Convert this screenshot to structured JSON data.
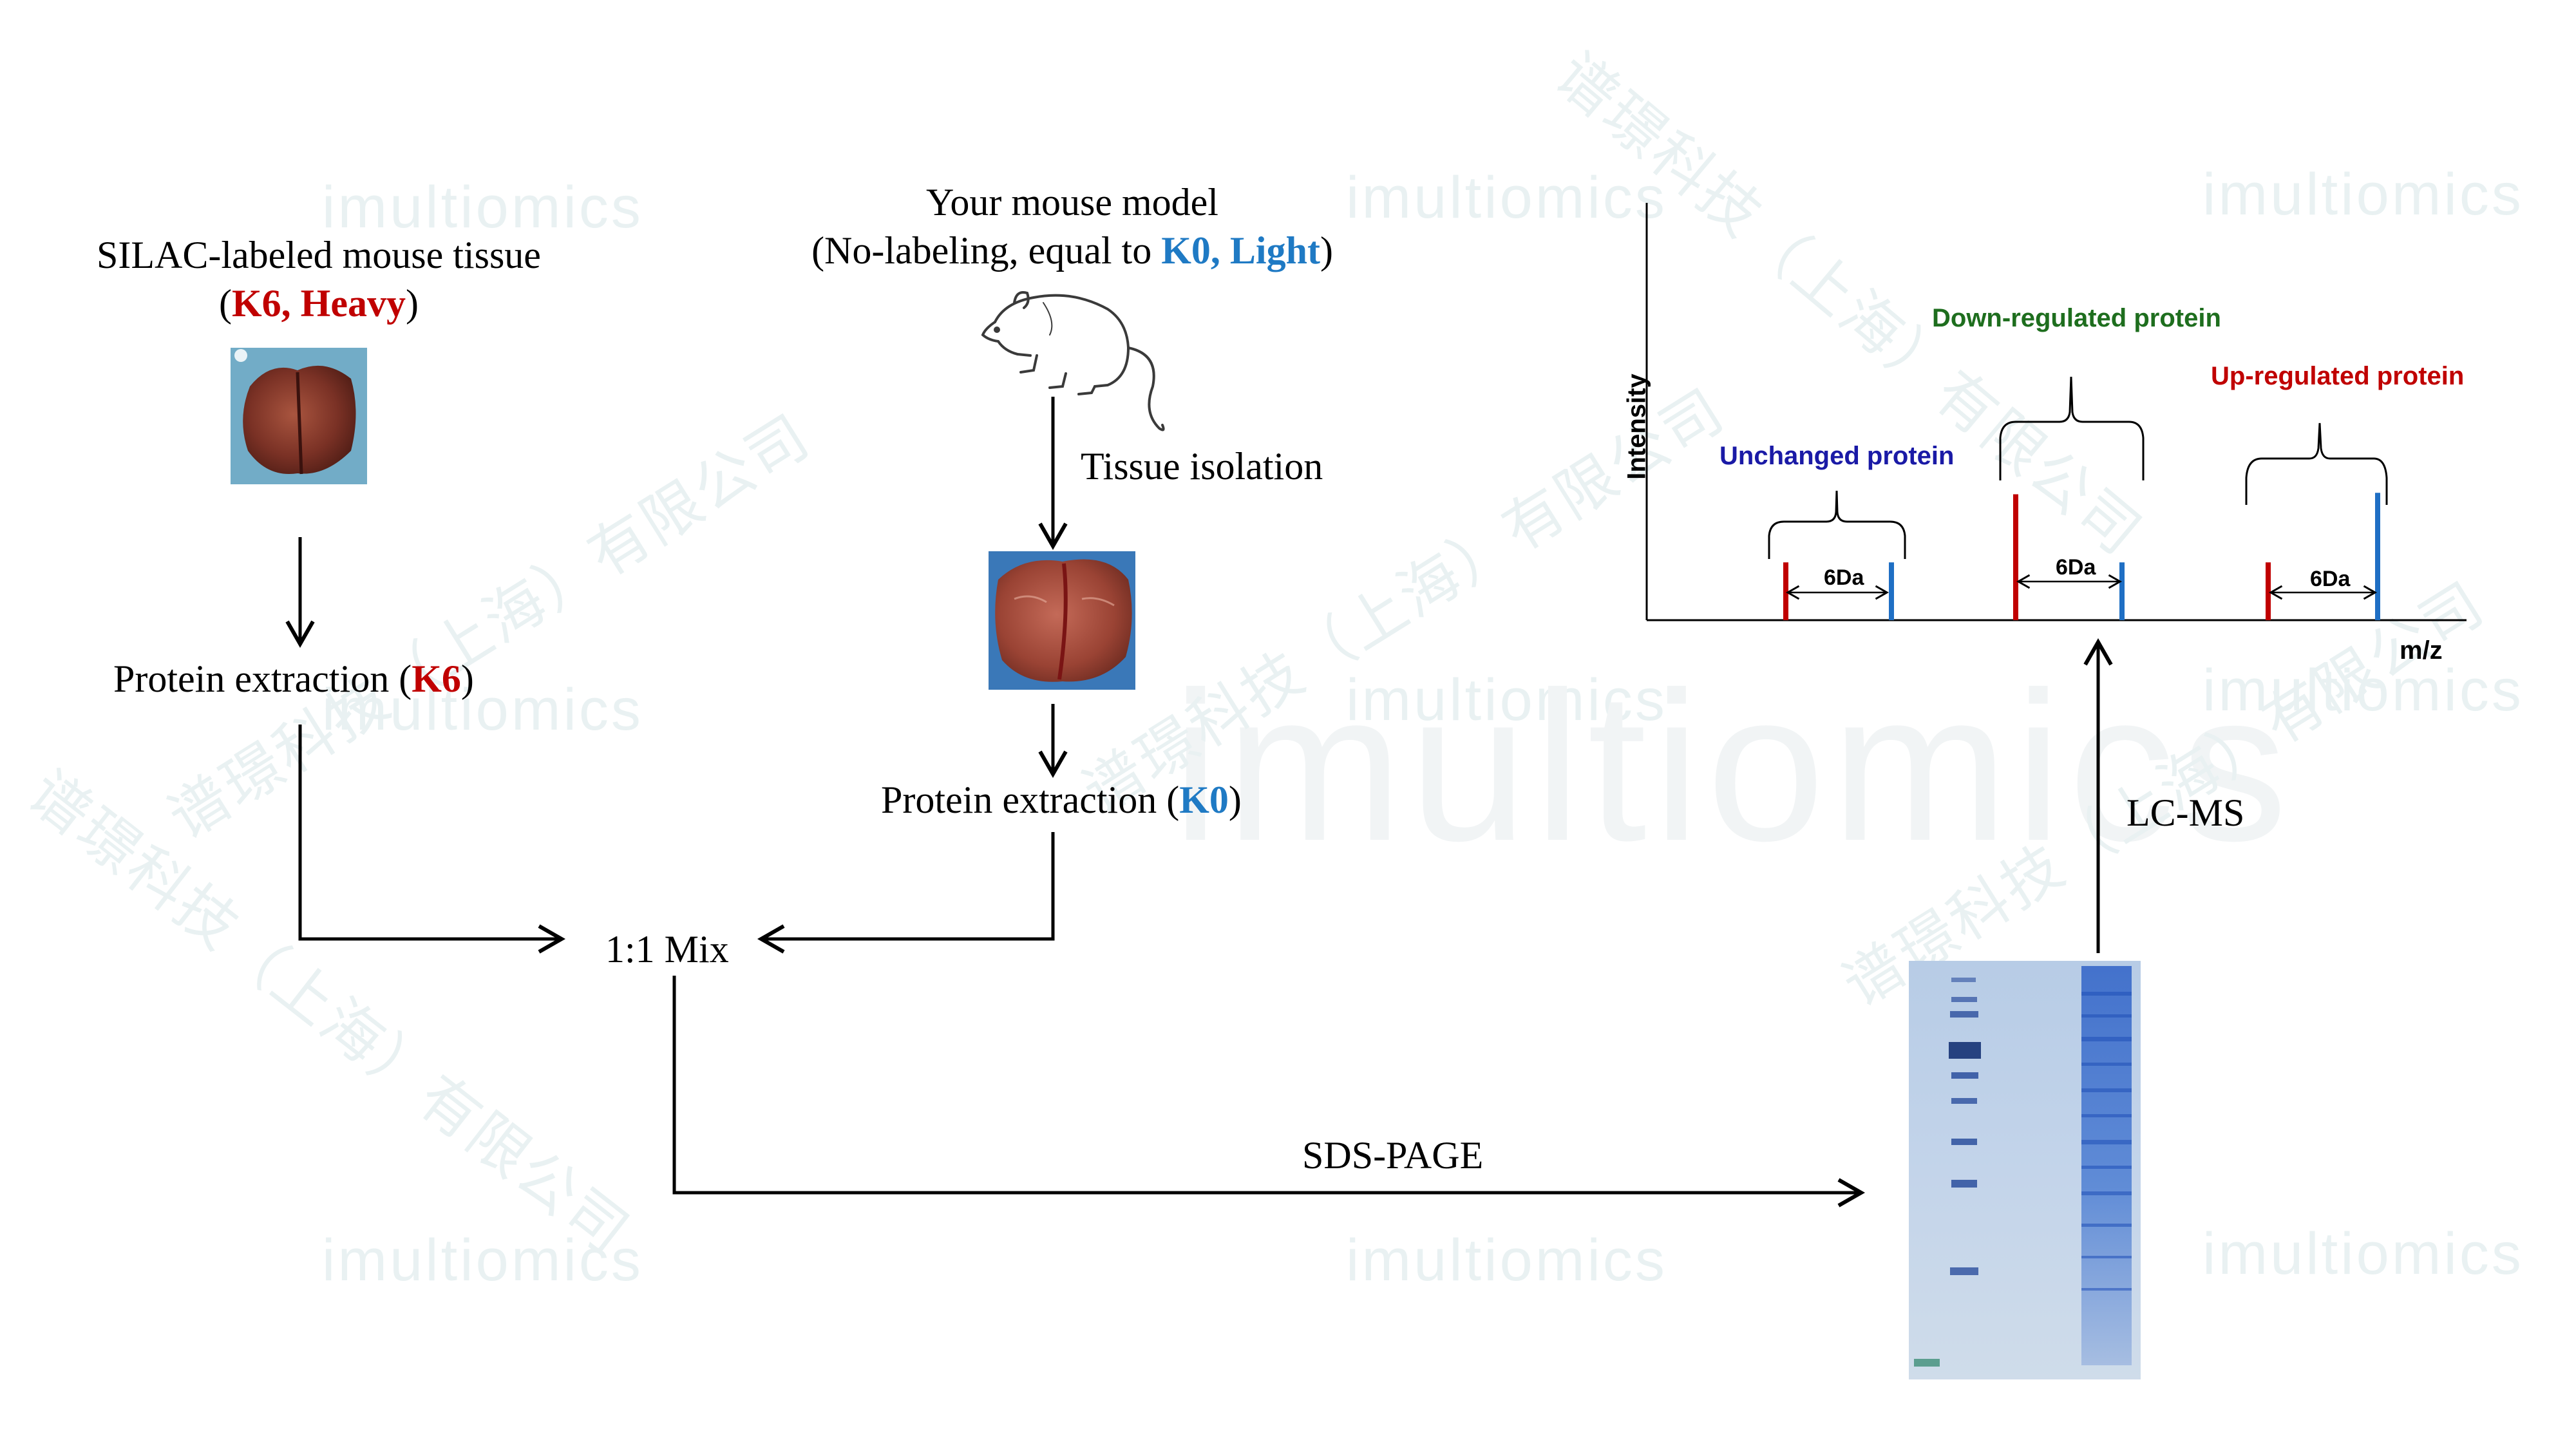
{
  "watermark": {
    "brand": "imultiomics",
    "company_cn": "谱璟科技（上海）有限公司"
  },
  "silac": {
    "title": "SILAC-labeled mouse tissue",
    "tag_open": "(",
    "tag_label": "K6, Heavy",
    "tag_close": ")"
  },
  "mouse_model": {
    "title": "Your mouse model",
    "note_prefix": "(No-labeling, equal to ",
    "note_label": "K0, Light",
    "note_suffix": ")"
  },
  "steps": {
    "tissue_isolation": "Tissue isolation",
    "extraction_k6_prefix": "Protein extraction (",
    "extraction_k6_label": "K6",
    "extraction_k6_suffix": ")",
    "extraction_k0_prefix": "Protein extraction (",
    "extraction_k0_label": "K0",
    "extraction_k0_suffix": ")",
    "mix": "1:1 Mix",
    "sds_page": "SDS-PAGE",
    "lc_ms": "LC-MS"
  },
  "spectrum": {
    "y_axis_label": "Intensity",
    "x_axis_label": "m/z",
    "groups": [
      {
        "label": "Unchanged protein",
        "color": "#1a1aa6",
        "spacing_label": "6Da",
        "heavy_height": 0.39,
        "light_height": 0.39
      },
      {
        "label": "Down-regulated protein",
        "color": "#1e6e1e",
        "spacing_label": "6Da",
        "heavy_height": 0.85,
        "light_height": 0.39
      },
      {
        "label": "Up-regulated protein",
        "color": "#c00000",
        "spacing_label": "6Da",
        "heavy_height": 0.39,
        "light_height": 0.86
      }
    ],
    "heavy_peak_color": "#c00000",
    "light_peak_color": "#1f6fc4"
  },
  "colors": {
    "accent_red": "#c00000",
    "accent_blue": "#1f7ac4",
    "gel_background": "#c9d8ea",
    "gel_band": "#2f5fbf"
  }
}
